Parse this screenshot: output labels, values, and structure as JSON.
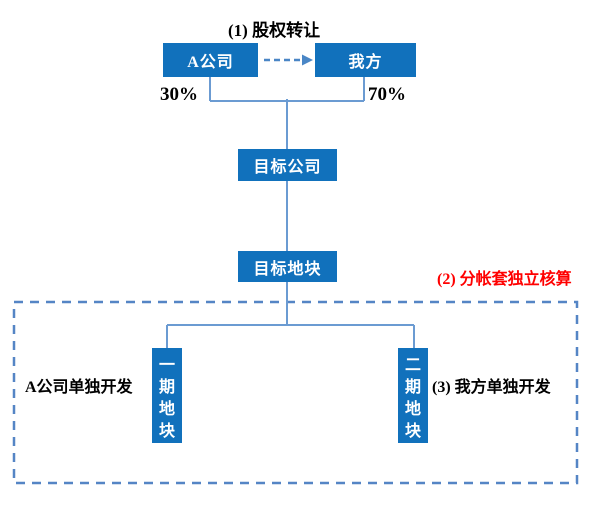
{
  "diagram": {
    "step1_label": "(1) 股权转让",
    "step2_label": "(2) 分帐套独立核算",
    "step3_label": "(3) 我方单独开发",
    "left_dev_label": "A公司单独开发",
    "nodes": {
      "company_a": "A公司",
      "our_side": "我方",
      "target_company": "目标公司",
      "target_land": "目标地块",
      "phase1_land": "一期地块",
      "phase2_land": "二期地块"
    },
    "ownership": {
      "company_a_share": "30%",
      "our_side_share": "70%"
    },
    "colors": {
      "node_fill": "#1171BC",
      "node_text": "#FFFFFF",
      "connector_blue": "#6B9BD2",
      "arrow_blue": "#4A86C6",
      "dashed_border_blue": "#5585C5",
      "annotation_red": "#FF0000",
      "text_black": "#000000"
    }
  }
}
